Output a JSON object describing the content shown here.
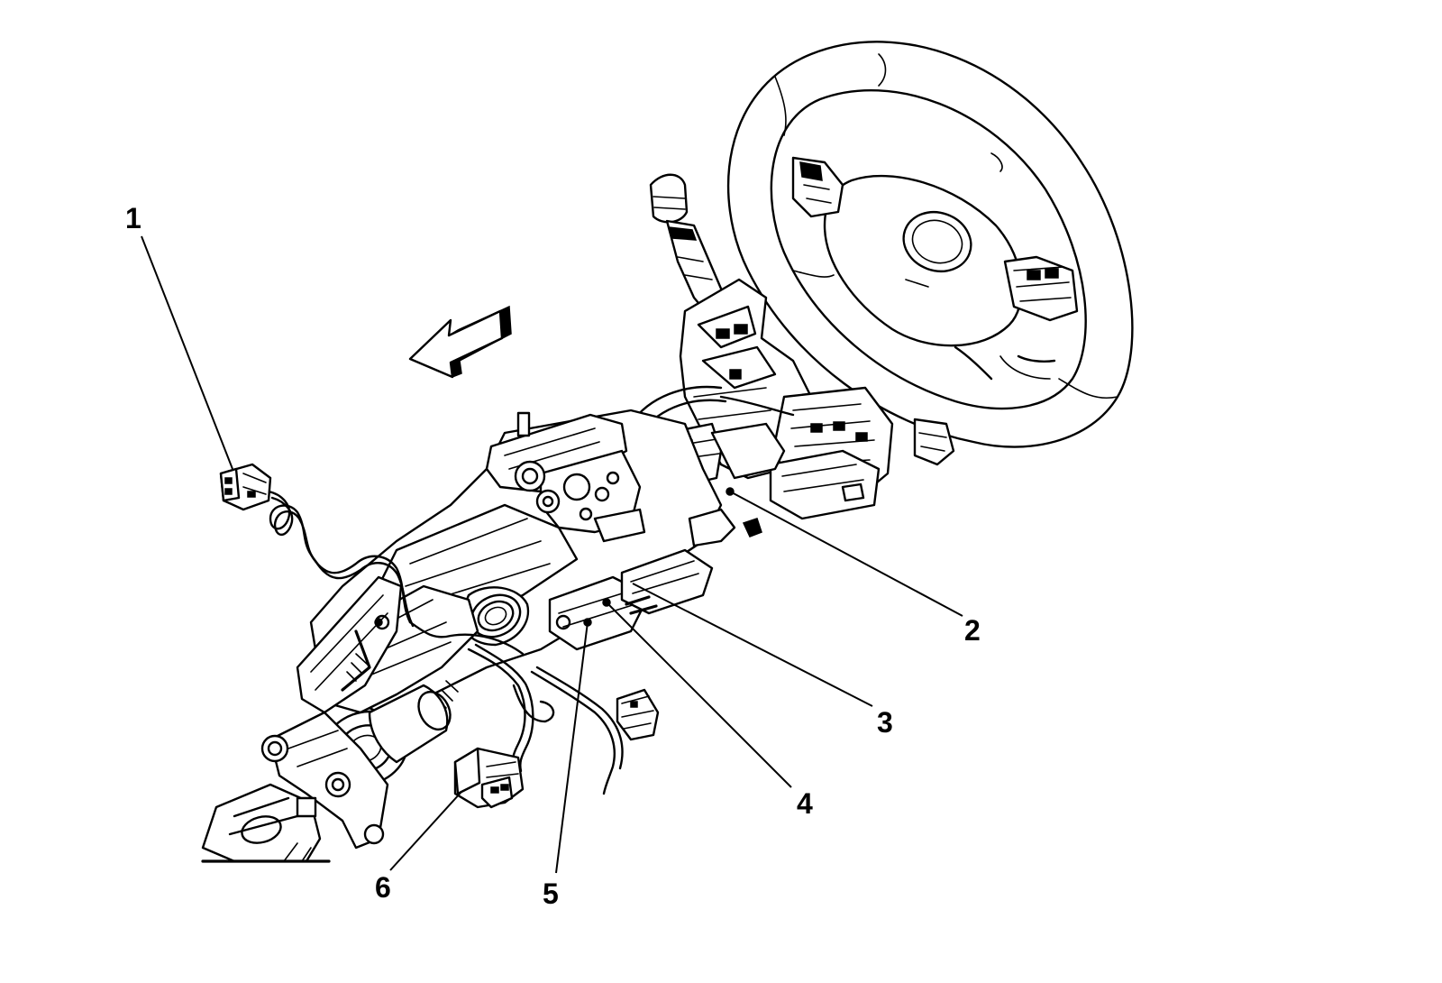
{
  "figure": {
    "callouts": [
      {
        "id": "1",
        "label": "1"
      },
      {
        "id": "2",
        "label": "2"
      },
      {
        "id": "3",
        "label": "3"
      },
      {
        "id": "4",
        "label": "4"
      },
      {
        "id": "5",
        "label": "5"
      },
      {
        "id": "6",
        "label": "6"
      }
    ]
  },
  "colors": {
    "line": "#000000",
    "background": "#ffffff"
  },
  "icons": {
    "direction_arrow": "left-arrow-icon"
  }
}
